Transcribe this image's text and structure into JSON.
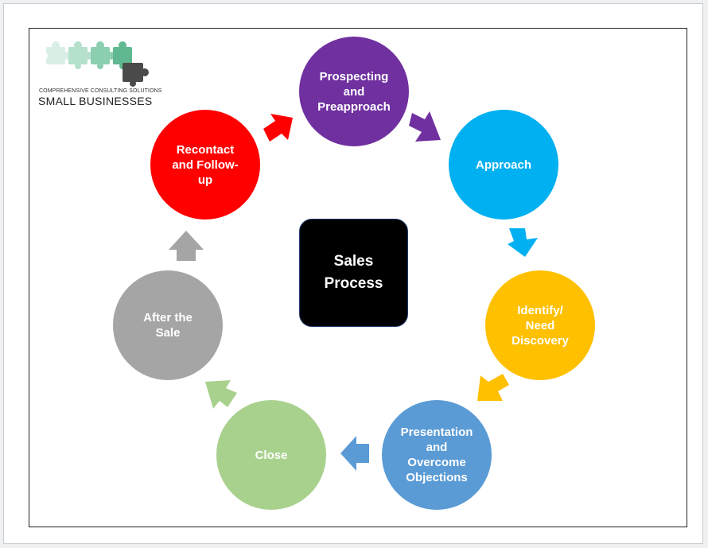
{
  "logo": {
    "tagline": "COMPREHENSIVE CONSULTING SOLUTIONS",
    "name": "SMALL BUSINESSES"
  },
  "center": {
    "label": "Sales\nProcess",
    "color": "#000000"
  },
  "steps": [
    {
      "label": "Prospecting\nand\nPreapproach",
      "color": "#7030a0"
    },
    {
      "label": "Approach",
      "color": "#00b0f0"
    },
    {
      "label": "Identify/\nNeed\nDiscovery",
      "color": "#ffc000"
    },
    {
      "label": "Presentation\nand\nOvercome\nObjections",
      "color": "#5b9bd5"
    },
    {
      "label": "Close",
      "color": "#a9d18e"
    },
    {
      "label": "After the\nSale",
      "color": "#a5a5a5"
    },
    {
      "label": "Recontact\nand Follow-\nup",
      "color": "#ff0000"
    }
  ]
}
